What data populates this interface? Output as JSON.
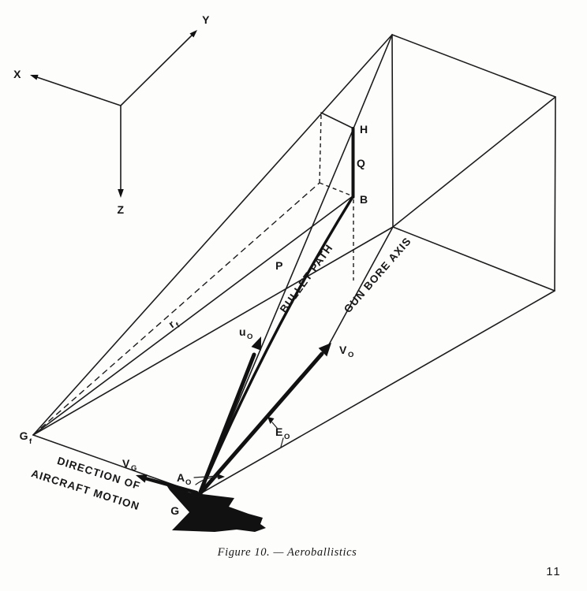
{
  "page": {
    "background": "#fdfdfc",
    "ink": "#161616",
    "caption": "Figure 10. — Aeroballistics",
    "page_number": "11"
  },
  "axes": {
    "x": "X",
    "y": "Y",
    "z": "Z"
  },
  "path_labels": {
    "bullet_path": "BULLET PATH",
    "gun_bore_axis": "GUN BORE AXIS",
    "direction_line1": "DIRECTION OF",
    "direction_line2": "AIRCRAFT MOTION"
  },
  "point_labels": {
    "gun_future": {
      "base": "G",
      "sub": "f"
    },
    "future_range": {
      "base": "r",
      "sub": "f"
    },
    "gun": "G",
    "p": "P",
    "h": "H",
    "q": "Q",
    "b": "B"
  },
  "vector_labels": {
    "u0": {
      "base": "u",
      "sub": "O"
    },
    "v0": {
      "base": "V",
      "sub": "O"
    },
    "vg": {
      "base": "V",
      "sub": "G"
    },
    "a0": {
      "base": "A",
      "sub": "O"
    },
    "e0": {
      "base": "E",
      "sub": "O"
    }
  }
}
